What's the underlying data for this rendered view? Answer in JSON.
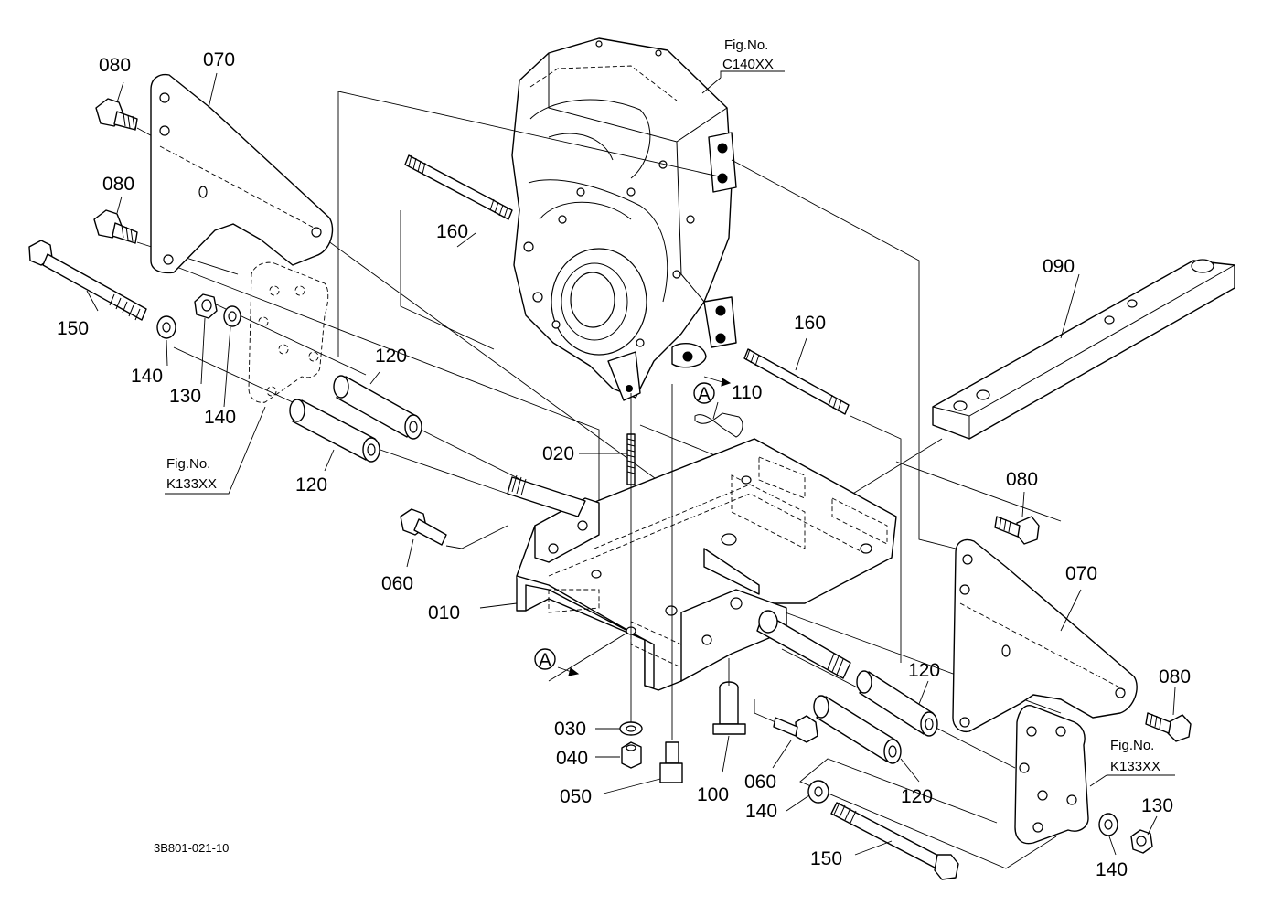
{
  "callouts": {
    "c010": "010",
    "c020": "020",
    "c030": "030",
    "c040": "040",
    "c050": "050",
    "c060_left": "060",
    "c060_bottom": "060",
    "c070_left": "070",
    "c070_right": "070",
    "c080_top": "080",
    "c080_mid": "080",
    "c080_right_top": "080",
    "c080_right_bottom": "080",
    "c090": "090",
    "c100": "100",
    "c110": "110",
    "c120_a": "120",
    "c120_b": "120",
    "c120_c": "120",
    "c120_d": "120",
    "c130_left": "130",
    "c130_right": "130",
    "c140_a": "140",
    "c140_b": "140",
    "c140_c": "140",
    "c140_d": "140",
    "c150_left": "150",
    "c150_bottom": "150",
    "c160_top": "160",
    "c160_right": "160"
  },
  "view_marker": "A",
  "figure_refs": {
    "transmission": {
      "label": "Fig.No.",
      "code": "C140XX"
    },
    "left_bracket": {
      "label": "Fig.No.",
      "code": "K133XX"
    },
    "right_bracket": {
      "label": "Fig.No.",
      "code": "K133XX"
    }
  },
  "drawing_number": "3B801-021-10"
}
